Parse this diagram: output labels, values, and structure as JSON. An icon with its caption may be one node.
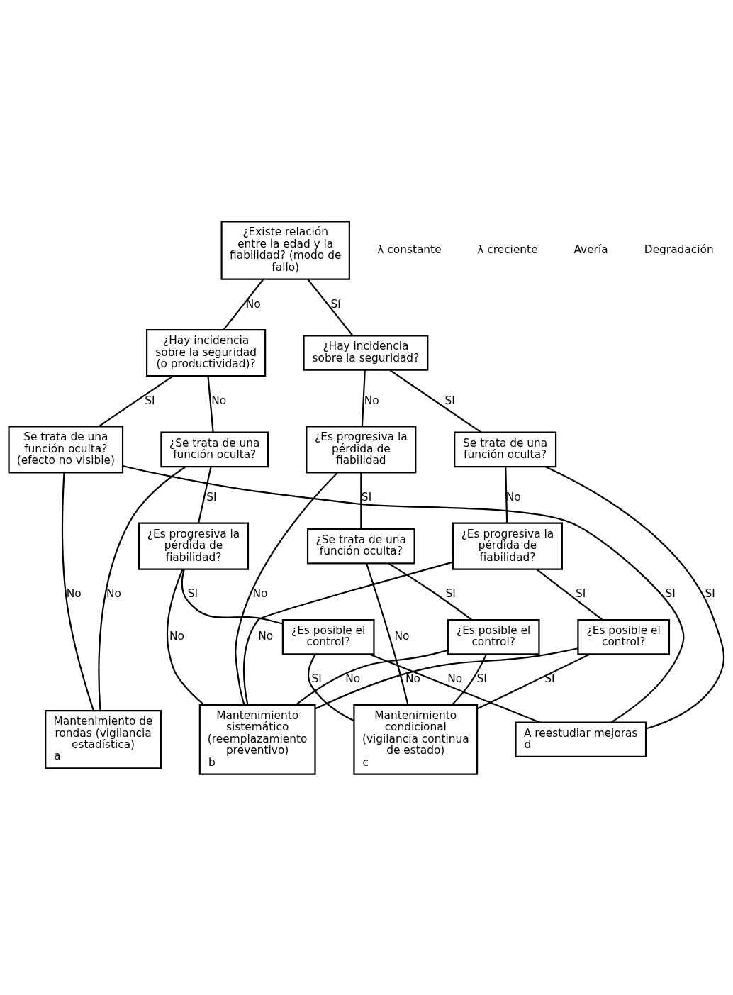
{
  "diagram": {
    "nodes": [
      {
        "text": [
          "¿Existe relación entre la edad y la fiabilidad? (modo de fallo)"
        ]
      },
      {
        "text": [
          "¿Hay incidencia sobre la seguridad (o productividad)?"
        ]
      },
      {
        "text": [
          "¿Hay incidencia sobre la seguridad?"
        ]
      },
      {
        "text": [
          "Se trata de una función oculta? (efecto no visible)"
        ]
      },
      {
        "text": [
          "¿Se trata de una función oculta?"
        ]
      },
      {
        "text": [
          "¿Es progresiva la pérdida de fiabilidad"
        ]
      },
      {
        "text": [
          "Se trata de una función oculta?"
        ]
      },
      {
        "text": [
          "¿Es progresiva la pérdida de fiabilidad?"
        ]
      },
      {
        "text": [
          "¿Se trata de una función oculta?"
        ]
      },
      {
        "text": [
          "¿Es progresiva la pérdida de fiabilidad?"
        ]
      },
      {
        "text": [
          "¿Es posible el control?"
        ]
      },
      {
        "text": [
          "¿Es posible el control?"
        ]
      },
      {
        "text": [
          "¿Es posible el control?"
        ]
      },
      {
        "text": [
          "Mantenimiento de rondas (vigilancia estadística)",
          "a"
        ]
      },
      {
        "text": [
          "Mantenimiento sistemático (reemplazamiento preventivo)",
          "b"
        ]
      },
      {
        "text": [
          "Mantenimiento condicional (vigilancia continua de estado)",
          "c"
        ]
      },
      {
        "text": [
          "A reestudiar mejoras",
          "d"
        ]
      }
    ],
    "edges": [
      {
        "from": 0,
        "to": 1,
        "arrow": "none",
        "label": "No"
      },
      {
        "from": 0,
        "to": 2,
        "arrow": "none",
        "label": "Sí"
      },
      {
        "from": 1,
        "to": 3,
        "arrow": "none",
        "label": "SI"
      },
      {
        "from": 1,
        "to": 4,
        "arrow": "none",
        "label": "No"
      },
      {
        "from": 2,
        "to": 5,
        "arrow": "none",
        "label": "No"
      },
      {
        "from": 2,
        "to": 6,
        "arrow": "none",
        "label": "SI"
      },
      {
        "from": 3,
        "to": 13,
        "arrow": "none",
        "label": "No"
      },
      {
        "from": 3,
        "to": 16,
        "arrow": "none",
        "label": "SI"
      },
      {
        "from": 4,
        "to": 7,
        "arrow": "none",
        "label": "SI"
      },
      {
        "from": 4,
        "to": 13,
        "arrow": "none",
        "label": "No"
      },
      {
        "from": 5,
        "to": 14,
        "arrow": "none",
        "label": "No"
      },
      {
        "from": 5,
        "to": 8,
        "arrow": "none",
        "label": "SI"
      },
      {
        "from": 6,
        "to": 9,
        "arrow": "none",
        "label": "No"
      },
      {
        "from": 6,
        "to": 16,
        "arrow": "none",
        "label": "SI"
      },
      {
        "from": 7,
        "to": 14,
        "arrow": "none",
        "label": "No"
      },
      {
        "from": 7,
        "to": 10,
        "arrow": "none",
        "label": "SI"
      },
      {
        "from": 8,
        "to": 11,
        "arrow": "none",
        "label": "SI"
      },
      {
        "from": 8,
        "to": 15,
        "arrow": "none",
        "label": "No"
      },
      {
        "from": 9,
        "to": 14,
        "arrow": "none",
        "label": "No"
      },
      {
        "from": 9,
        "to": 12,
        "arrow": "none",
        "label": "SI"
      },
      {
        "from": 10,
        "to": 15,
        "arrow": "none",
        "label": "SI"
      },
      {
        "from": 10,
        "to": 16,
        "arrow": "none",
        "label": "No"
      },
      {
        "from": 11,
        "to": 14,
        "arrow": "none",
        "label": "No"
      },
      {
        "from": 11,
        "to": 15,
        "arrow": "none",
        "label": "SI"
      },
      {
        "from": 12,
        "to": 14,
        "arrow": "none",
        "label": "No"
      },
      {
        "from": 12,
        "to": 15,
        "arrow": "none",
        "label": "SI"
      }
    ],
    "labels": [
      "λ constante",
      "λ creciente",
      "Avería",
      "Degradación"
    ]
  }
}
